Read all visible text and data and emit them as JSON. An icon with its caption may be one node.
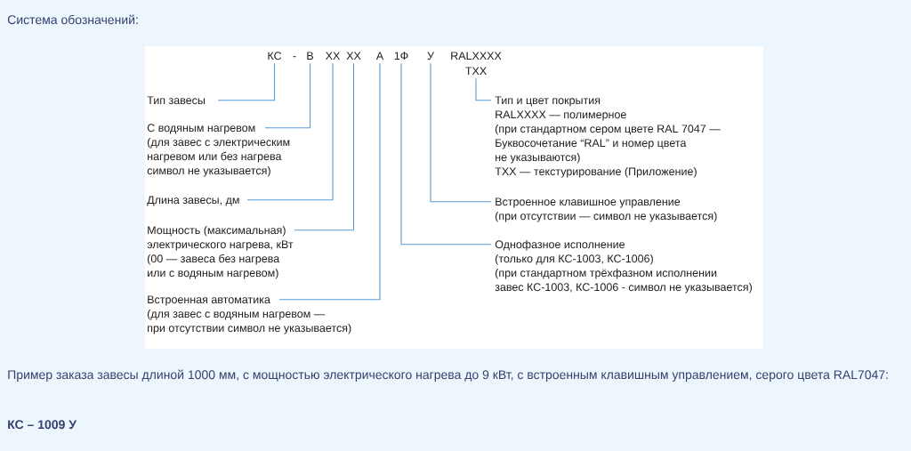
{
  "diagram": {
    "title": "Система обозначений:",
    "nodes": [
      {
        "text": [
          "КС"
        ]
      },
      {
        "text": [
          "В"
        ]
      },
      {
        "text": [
          "XX"
        ]
      },
      {
        "text": [
          "XX"
        ]
      },
      {
        "text": [
          "А"
        ]
      },
      {
        "text": [
          "1Ф"
        ]
      },
      {
        "text": [
          "У"
        ]
      },
      {
        "text": [
          "TXX"
        ]
      },
      {
        "text": [
          "Тип завесы"
        ]
      },
      {
        "text": [
          "С водяным нагревом",
          "(для завес с электрическим нагревом или без нагрева символ не указывается)"
        ]
      },
      {
        "text": [
          "Длина завесы, дм"
        ]
      },
      {
        "text": [
          "Мощность (максимальная) электрического нагрева, кВт",
          "(00 — завеса без нагрева или с водяным нагревом)"
        ]
      },
      {
        "text": [
          "Встроенная автоматика",
          "(для завес с водяным нагревом — при отсутствии символ не указывается)"
        ]
      },
      {
        "text": [
          "Тип и цвет покрытия",
          "RALXXXX — полимерное",
          "(при стандартном сером цвете RAL 7047 — Буквосочетание “RAL” и номер цвета не указываются)",
          "TXX — текстурирование (Приложение)"
        ]
      },
      {
        "text": [
          "Встроенное клавишное управление",
          "(при отсутствии — символ не указывается)"
        ]
      },
      {
        "text": [
          "Однофазное исполнение",
          "(только для КС-1003, КС-1006)",
          "(при стандартном трёхфазном исполнении завес КС-1003, КС-1006 - символ не указывается)"
        ]
      }
    ],
    "edges": [
      {
        "from": 0,
        "to": 8,
        "arrow": "none"
      },
      {
        "from": 1,
        "to": 9,
        "arrow": "none"
      },
      {
        "from": 2,
        "to": 10,
        "arrow": "none"
      },
      {
        "from": 3,
        "to": 11,
        "arrow": "none"
      },
      {
        "from": 4,
        "to": 12,
        "arrow": "none"
      },
      {
        "from": 5,
        "to": 15,
        "arrow": "none"
      },
      {
        "from": 6,
        "to": 14,
        "arrow": "none"
      },
      {
        "from": 7,
        "to": 13,
        "arrow": "none"
      }
    ],
    "labels": [
      "-",
      "RALXXXX",
      "Пример заказа завесы длиной 1000 мм, с мощностью электрического нагрева до 9 кВт, с встроенным клавишным управлением, серого цвета RAL7047:",
      "КС – 1009 У"
    ]
  }
}
